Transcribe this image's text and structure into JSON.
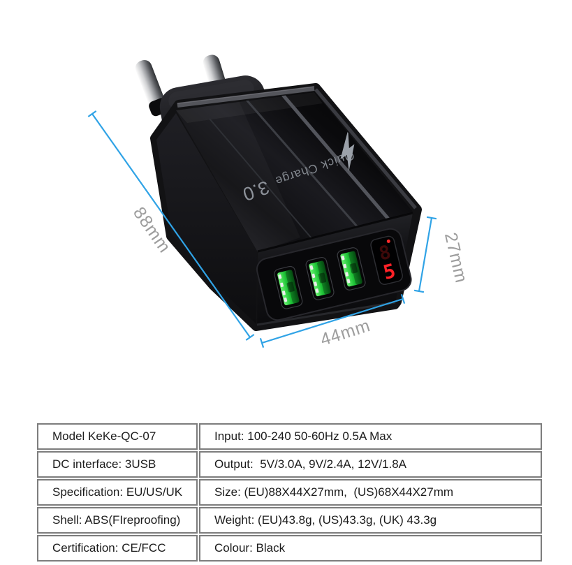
{
  "product_image": {
    "print": {
      "brand_line": "Quick Charge",
      "version": "3.0"
    },
    "led_display": {
      "ghost_digit": "8",
      "lit_digit": "5"
    },
    "dimensions": {
      "height": "88mm",
      "width": "44mm",
      "depth": "27mm"
    },
    "colors": {
      "dimension_blue": "#30A3E6",
      "usb_green": "#1FC437",
      "led_red": "#FF2127"
    }
  },
  "spec_table": {
    "rows": [
      {
        "left": "Model KeKe-QC-07",
        "right": "Input: 100-240 50-60Hz 0.5A Max"
      },
      {
        "left": "DC interface: 3USB",
        "right": "Output:  5V/3.0A, 9V/2.4A, 12V/1.8A"
      },
      {
        "left": "Specification: EU/US/UK",
        "right": "Size: (EU)88X44X27mm,  (US)68X44X27mm"
      },
      {
        "left": "Shell: ABS(FIreproofing)",
        "right": "Weight: (EU)43.8g, (US)43.3g, (UK) 43.3g"
      },
      {
        "left": "Certification: CE/FCC",
        "right": "Colour: Black"
      }
    ]
  }
}
